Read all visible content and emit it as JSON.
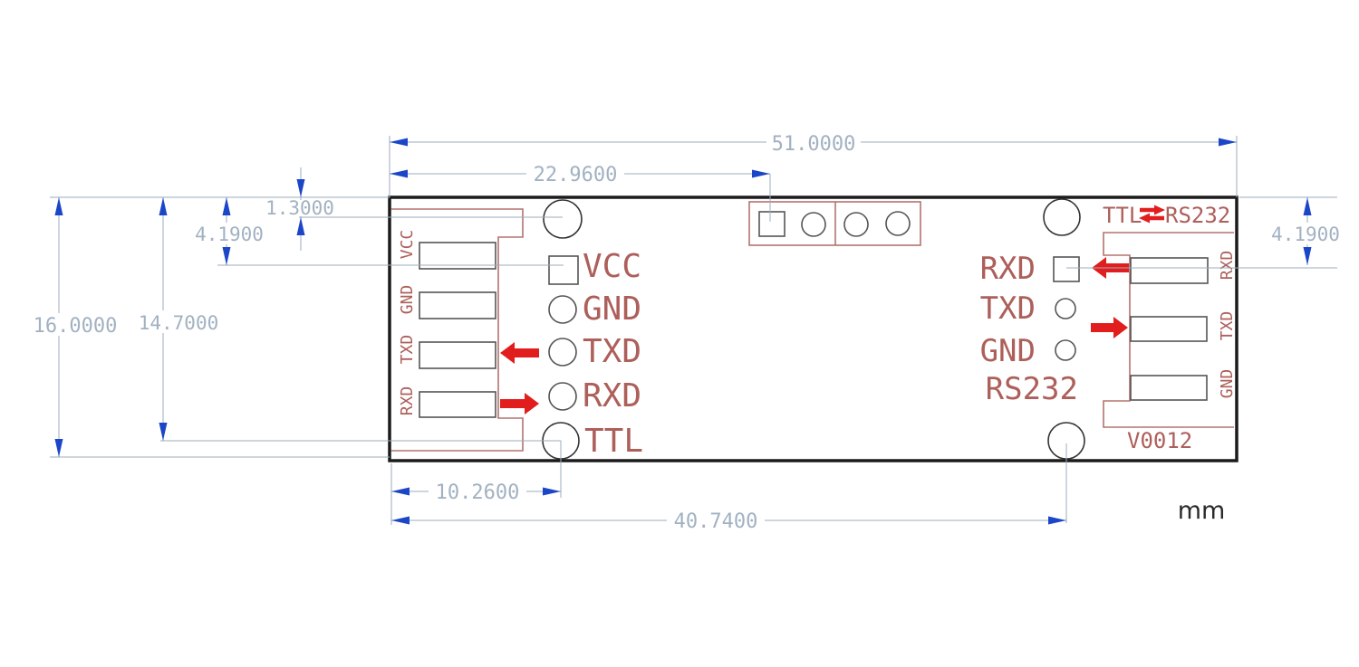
{
  "colors": {
    "dimension_line": "#9badbe",
    "dimension_text": "#a2b1c2",
    "arrow_blue": "#1c46c8",
    "silkscreen_red": "#b4736f",
    "label_red": "#ad5f5a",
    "accent_red": "#e11d1d",
    "board_outline": "#1b1b1b",
    "pad_gray": "#555555"
  },
  "dims": {
    "board_width": "51.0000",
    "top_pad_offset": "22.9600",
    "hole_top_inset": "1.3000",
    "left_pad_row_offset": "4.1900",
    "board_height": "16.0000",
    "hole_vertical_span": "14.7000",
    "hole_left_offset": "10.2600",
    "hole_horizontal_span": "40.7400",
    "right_pad_row_offset": "4.1900",
    "unit": "mm"
  },
  "left_header": {
    "edge_pins": [
      "VCC",
      "GND",
      "TXD",
      "RXD"
    ],
    "pin_labels": [
      "VCC",
      "GND",
      "TXD",
      "RXD"
    ],
    "port_label": "TTL"
  },
  "right_header": {
    "pin_labels": [
      "RXD",
      "TXD",
      "GND"
    ],
    "edge_pins": [
      "RXD",
      "TXD",
      "GND"
    ],
    "port_label": "RS232"
  },
  "annotations": {
    "direction_left": "TTL",
    "direction_right": "RS232",
    "version": "V0012"
  }
}
